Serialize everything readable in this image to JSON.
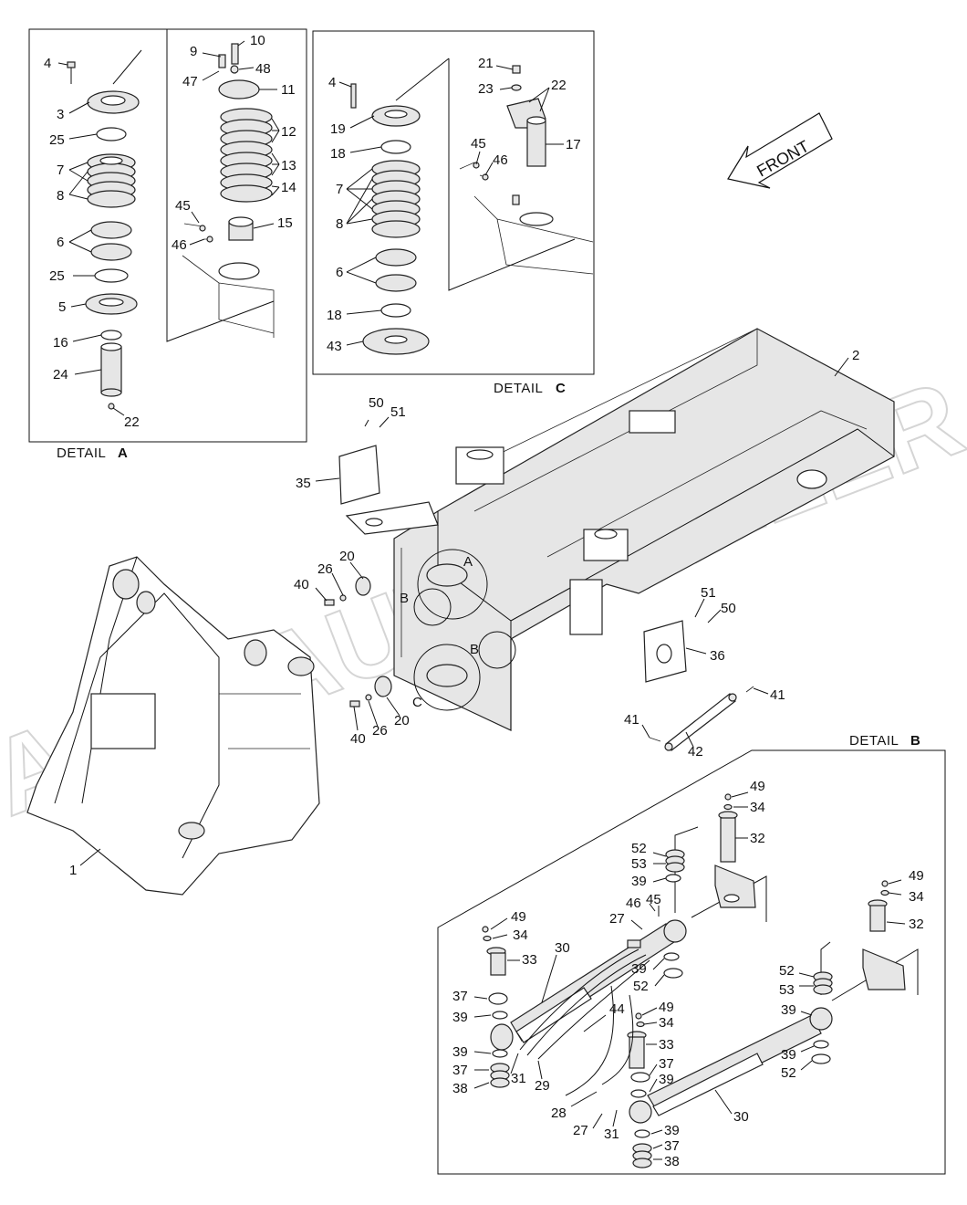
{
  "watermark": "ACATAUTODEALER.RU",
  "front_label": "FRONT",
  "details": {
    "a": {
      "word": "DETAIL",
      "letter": "A"
    },
    "b": {
      "word": "DETAIL",
      "letter": "B"
    },
    "c": {
      "word": "DETAIL",
      "letter": "C"
    }
  },
  "view_markers": {
    "a": "A",
    "b1": "B",
    "b2": "B",
    "c": "C"
  },
  "callouts": {
    "a_4": "4",
    "a_3": "3",
    "a_25a": "25",
    "a_7": "7",
    "a_8": "8",
    "a_6": "6",
    "a_25b": "25",
    "a_5": "5",
    "a_16": "16",
    "a_24": "24",
    "a_22": "22",
    "a_9": "9",
    "a_10": "10",
    "a_47": "47",
    "a_48": "48",
    "a_11": "11",
    "a_12": "12",
    "a_13": "13",
    "a_14": "14",
    "a_45": "45",
    "a_15": "15",
    "a_46": "46",
    "c_4": "4",
    "c_19": "19",
    "c_18a": "18",
    "c_7": "7",
    "c_8": "8",
    "c_6": "6",
    "c_18b": "18",
    "c_43": "43",
    "c_21": "21",
    "c_23": "23",
    "c_22": "22",
    "c_45": "45",
    "c_17": "17",
    "c_46": "46",
    "m_2": "2",
    "m_50a": "50",
    "m_51a": "51",
    "m_35": "35",
    "m_20a": "20",
    "m_26a": "26",
    "m_40a": "40",
    "m_51b": "51",
    "m_50b": "50",
    "m_36": "36",
    "m_41a": "41",
    "m_41b": "41",
    "m_42": "42",
    "m_40b": "40",
    "m_26b": "26",
    "m_20b": "20",
    "m_1": "1",
    "b_49a": "49",
    "b_34a": "34",
    "b_32a": "32",
    "b_52a": "52",
    "b_53a": "53",
    "b_39a": "39",
    "b_46": "46",
    "b_27a": "27",
    "b_45": "45",
    "b_39b": "39",
    "b_52b": "52",
    "b_49b": "49",
    "b_34b": "34",
    "b_30a": "30",
    "b_33a": "33",
    "b_37a": "37",
    "b_39c": "39",
    "b_44": "44",
    "b_39d": "39",
    "b_37b": "37",
    "b_38a": "38",
    "b_31a": "31",
    "b_29": "29",
    "b_49c": "49",
    "b_34c": "34",
    "b_33b": "33",
    "b_37c": "37",
    "b_39e": "39",
    "b_28": "28",
    "b_27b": "27",
    "b_31b": "31",
    "b_39f": "39",
    "b_37d": "37",
    "b_38b": "38",
    "b_30b": "30",
    "b_49d": "49",
    "b_34d": "34",
    "b_32b": "32",
    "b_52c": "52",
    "b_53b": "53",
    "b_39g": "39",
    "b_39h": "39",
    "b_52d": "52"
  }
}
